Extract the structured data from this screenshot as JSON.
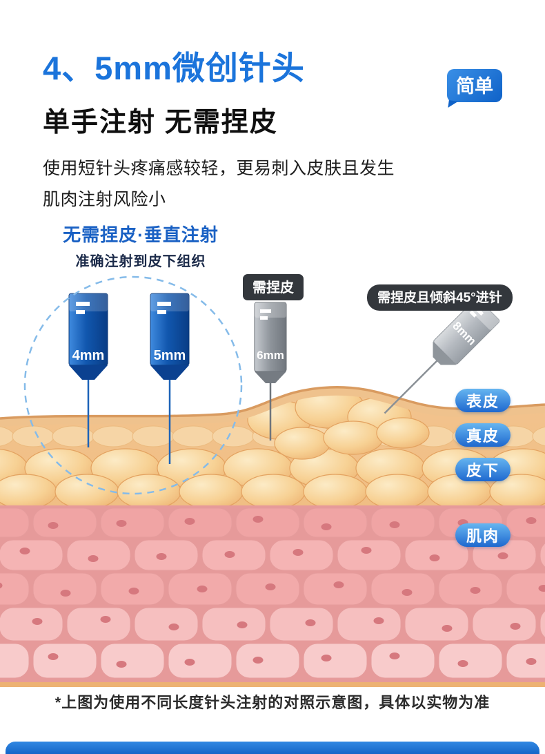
{
  "header": {
    "title": "4、5mm微创针头",
    "badge": "简单",
    "subtitle": "单手注射 无需捏皮",
    "desc_line1": "使用短针头疼痛感较轻，更易刺入皮肤且发生",
    "desc_line2": "肌肉注射风险小"
  },
  "callout": {
    "title": "无需捏皮·垂直注射",
    "subtitle": "准确注射到皮下组织"
  },
  "needles": {
    "n4_label": "4mm",
    "n5_label": "5mm",
    "n6_label": "6mm",
    "n8_label": "8mm",
    "tag_6mm": "需捏皮",
    "tag_8mm": "需捏皮且倾斜45°进针"
  },
  "skin_layers": [
    {
      "label": "表皮"
    },
    {
      "label": "真皮"
    },
    {
      "label": "皮下"
    },
    {
      "label": "肌肉"
    }
  ],
  "footnote": "*上图为使用不同长度针头注射的对照示意图，具体以实物为准",
  "colors": {
    "accent_blue": "#1B74DB",
    "dark_tag": "#33373C",
    "layer_pill_top": "#66B5F0",
    "layer_pill_bottom": "#1E68CF",
    "needle_blue": "#1157AE",
    "needle_gray": "#8E949B",
    "skin_tone": "#F0BC80",
    "muscle_pink": "#F3AFAF"
  }
}
